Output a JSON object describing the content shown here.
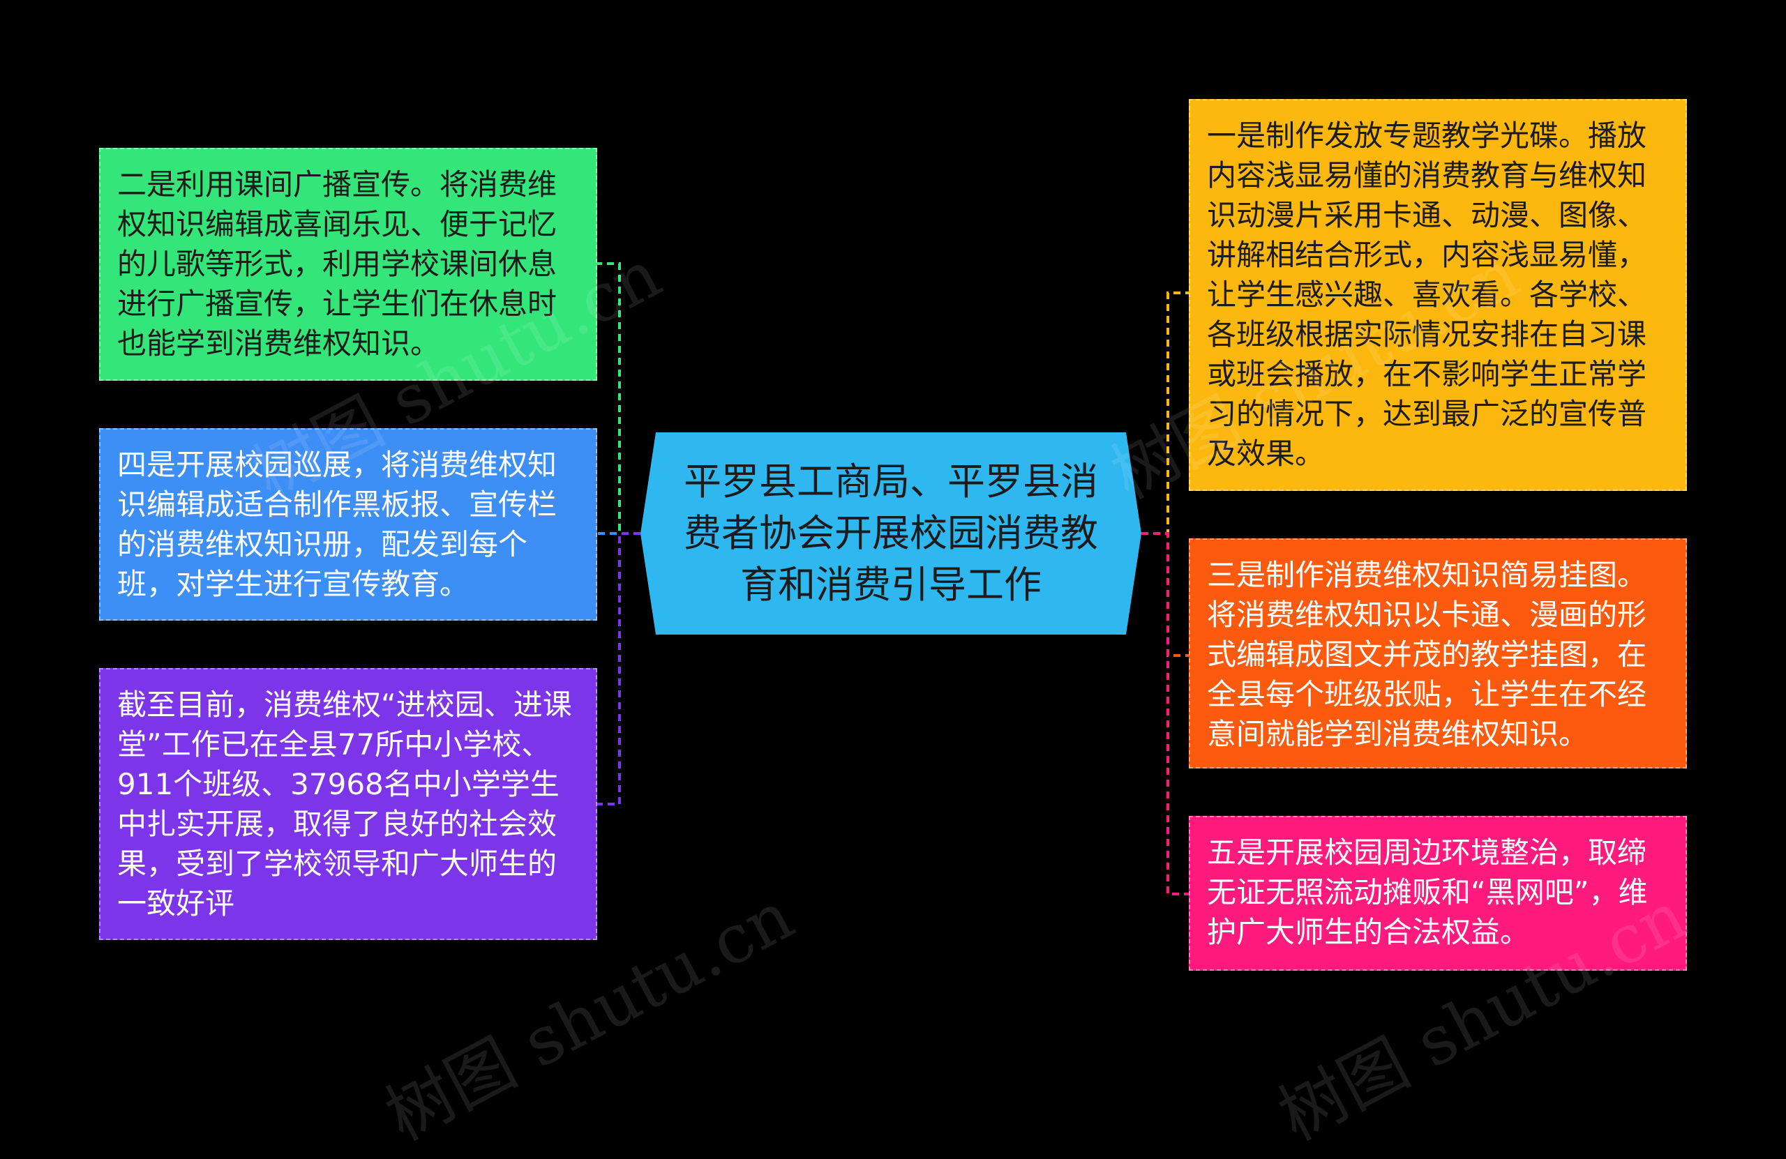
{
  "center": {
    "text": "平罗县工商局、平罗县消费者协会开展校园消费教育和消费引导工作",
    "color": "#2fb7ef"
  },
  "left_nodes": [
    {
      "text": "二是利用课间广播宣传。将消费维权知识编辑成喜闻乐见、便于记忆的儿歌等形式，利用学校课间休息进行广播宣传，让学生们在休息时也能学到消费维权知识。",
      "color": "#34e57a",
      "connector_color": "#34e57a"
    },
    {
      "text": "四是开展校园巡展，将消费维权知识编辑成适合制作黑板报、宣传栏的消费维权知识册，配发到每个班，对学生进行宣传教育。",
      "color": "#3d8ef5",
      "connector_color": "#3d8ef5"
    },
    {
      "text": "截至目前，消费维权“进校园、进课堂”工作已在全县77所中小学校、911个班级、37968名中小学学生中扎实开展，取得了良好的社会效果，受到了学校领导和广大师生的一致好评",
      "color": "#7d35ea",
      "connector_color": "#7d35ea"
    }
  ],
  "right_nodes": [
    {
      "text": "一是制作发放专题教学光碟。播放内容浅显易懂的消费教育与维权知识动漫片采用卡通、动漫、图像、讲解相结合形式，内容浅显易懂，让学生感兴趣、喜欢看。各学校、各班级根据实际情况安排在自习课或班会播放，在不影响学生正常学习的情况下，达到最广泛的宣传普及效果。",
      "color": "#fcb80e",
      "connector_color": "#fcb80e"
    },
    {
      "text": "三是制作消费维权知识简易挂图。将消费维权知识以卡通、漫画的形式编辑成图文并茂的教学挂图，在全县每个班级张贴，让学生在不经意间就能学到消费维权知识。",
      "color": "#fc5a0e",
      "connector_color": "#fc5a0e"
    },
    {
      "text": "五是开展校园周边环境整治，取缔无证无照流动摊贩和“黑网吧”，维护广大师生的合法权益。",
      "color": "#ff1a7d",
      "connector_color": "#ff1a7d"
    }
  ],
  "watermark": {
    "text": "树图 shutu.cn"
  }
}
